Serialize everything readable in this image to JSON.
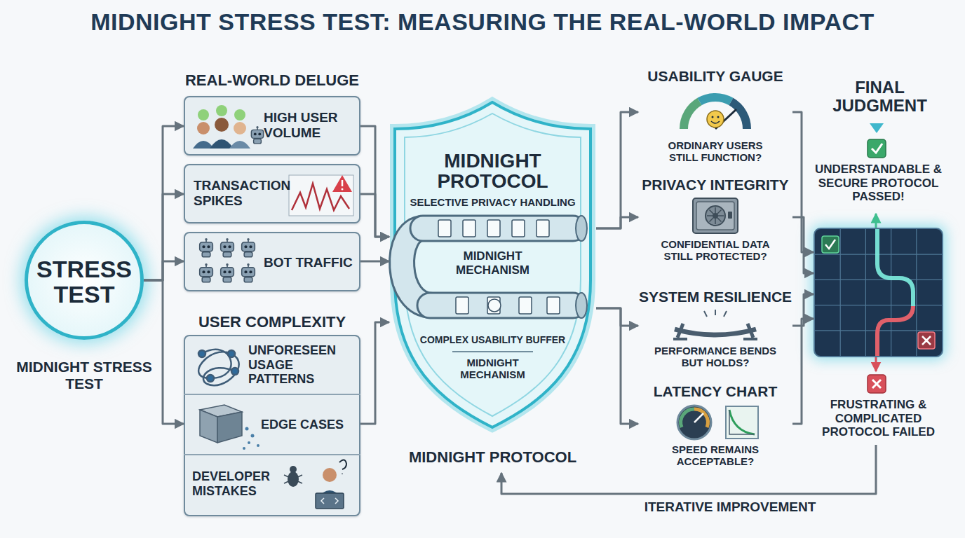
{
  "diagram": {
    "title": "MIDNIGHT STRESS TEST: MEASURING THE REAL-WORLD IMPACT",
    "nodes": [
      {
        "text": [
          "STRESS TEST",
          "MIDNIGHT STRESS TEST"
        ]
      },
      {
        "text": [
          "REAL-WORLD DELUGE"
        ]
      },
      {
        "text": [
          "HIGH USER VOLUME"
        ],
        "in": 1
      },
      {
        "text": [
          "TRANSACTION SPIKES"
        ],
        "in": 1
      },
      {
        "text": [
          "BOT TRAFFIC"
        ],
        "in": 1
      },
      {
        "text": [
          "USER COMPLEXITY"
        ]
      },
      {
        "text": [
          "UNFORESEEN USAGE PATTERNS"
        ],
        "in": 5
      },
      {
        "text": [
          "EDGE CASES"
        ],
        "in": 5
      },
      {
        "text": [
          "DEVELOPER MISTAKES"
        ],
        "in": 5
      },
      {
        "text": [
          "MIDNIGHT PROTOCOL",
          "SELECTIVE PRIVACY HANDLING",
          "MIDNIGHT MECHANISM",
          "COMPLEX USABILITY BUFFER",
          "MIDNIGHT MECHANISM",
          "MIDNIGHT PROTOCOL"
        ]
      },
      {
        "text": [
          "USABILITY GAUGE",
          "ORDINARY USERS STILL FUNCTION?"
        ]
      },
      {
        "text": [
          "PRIVACY INTEGRITY",
          "CONFIDENTIAL DATA STILL PROTECTED?"
        ]
      },
      {
        "text": [
          "SYSTEM RESILIENCE",
          "PERFORMANCE BENDS BUT HOLDS?"
        ]
      },
      {
        "text": [
          "LATENCY CHART",
          "SPEED REMAINS ACCEPTABLE?"
        ]
      },
      {
        "text": [
          "FINAL JUDGMENT"
        ]
      },
      {
        "text": [
          "UNDERSTANDABLE & SECURE PROTOCOL PASSED!"
        ]
      },
      {
        "text": [
          "FRUSTRATING & COMPLICATED PROTOCOL FAILED"
        ]
      }
    ],
    "edges": [
      {
        "from": 0,
        "to": 2,
        "arrow": "to"
      },
      {
        "from": 0,
        "to": 3,
        "arrow": "to"
      },
      {
        "from": 0,
        "to": 4,
        "arrow": "to"
      },
      {
        "from": 0,
        "to": 5,
        "arrow": "to"
      },
      {
        "from": 2,
        "to": 9,
        "arrow": "to"
      },
      {
        "from": 3,
        "to": 9,
        "arrow": "to"
      },
      {
        "from": 4,
        "to": 9,
        "arrow": "to"
      },
      {
        "from": 5,
        "to": 9,
        "arrow": "to"
      },
      {
        "from": 9,
        "to": 10,
        "arrow": "to"
      },
      {
        "from": 9,
        "to": 11,
        "arrow": "to"
      },
      {
        "from": 9,
        "to": 12,
        "arrow": "to"
      },
      {
        "from": 9,
        "to": 13,
        "arrow": "to"
      },
      {
        "from": 10,
        "to": 14,
        "arrow": "to"
      },
      {
        "from": 11,
        "to": 14,
        "arrow": "to"
      },
      {
        "from": 12,
        "to": 14,
        "arrow": "to"
      },
      {
        "from": 13,
        "to": 14,
        "arrow": "to"
      },
      {
        "from": 14,
        "to": 15,
        "arrow": "to"
      },
      {
        "from": 14,
        "to": 16,
        "arrow": "to"
      },
      {
        "from": 16,
        "to": 9,
        "label": "ITERATIVE IMPROVEMENT",
        "arrow": "to"
      }
    ]
  }
}
